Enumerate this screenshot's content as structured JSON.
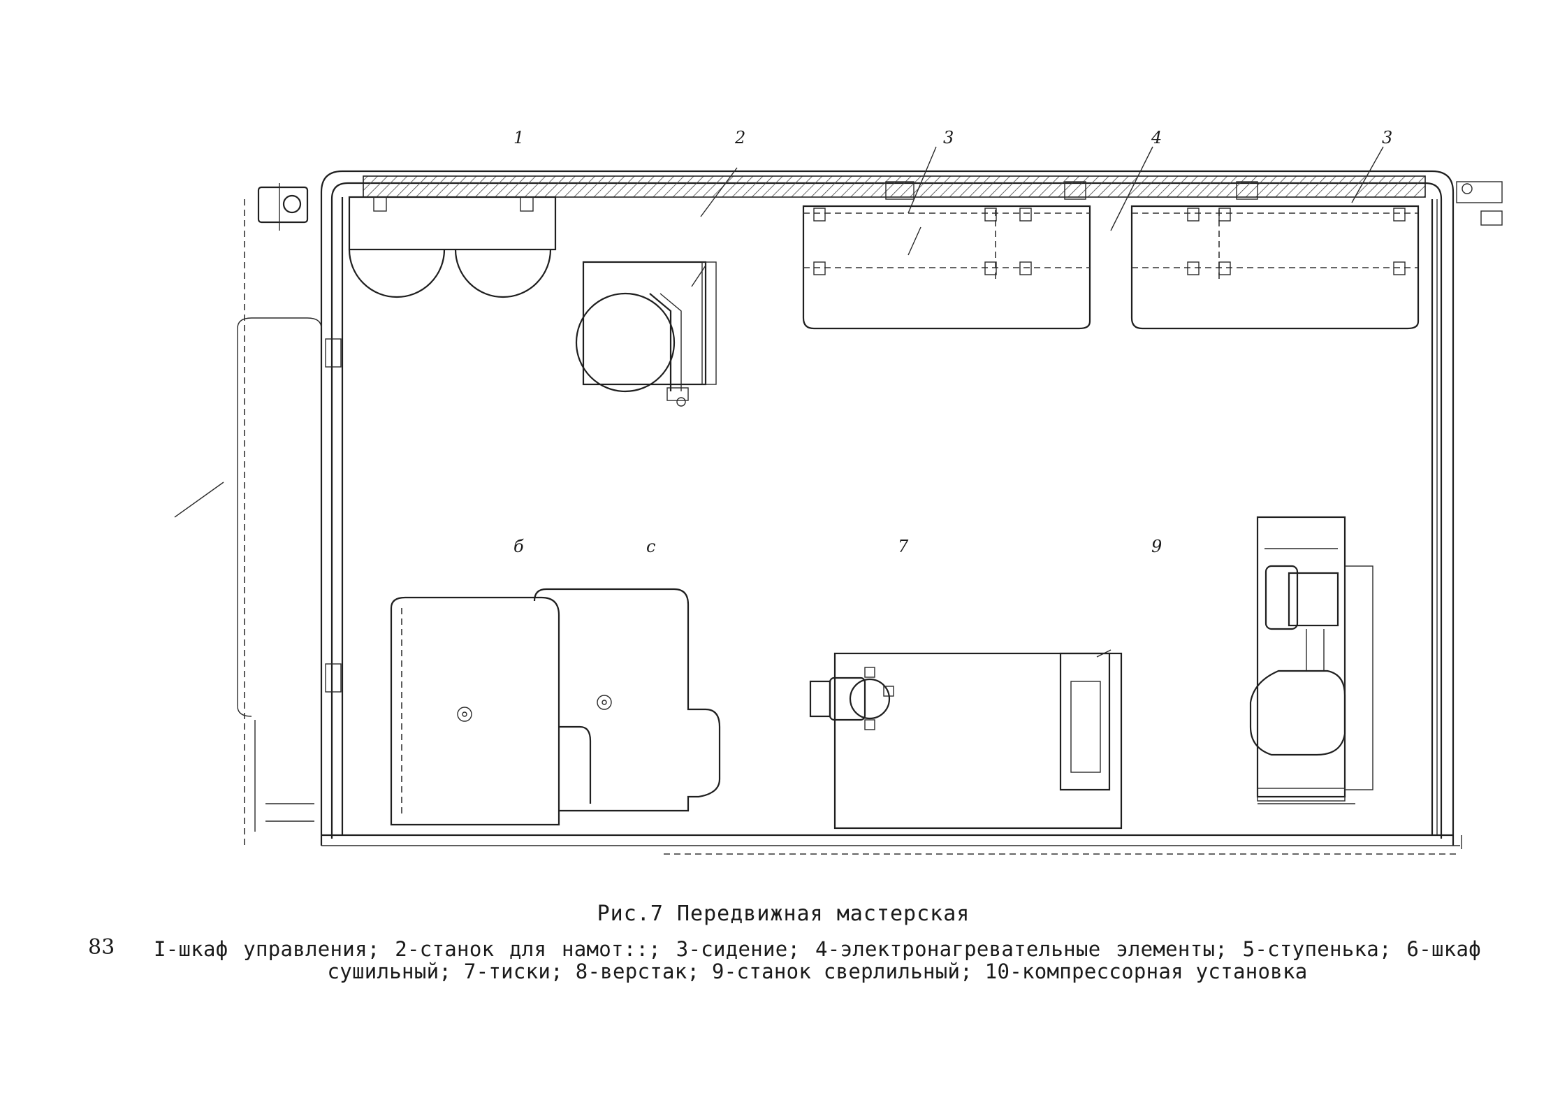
{
  "figure": {
    "caption": "Рис.7  Передвижная мастерская",
    "legend": "I-шкаф управления; 2-станок для намот::; 3-сидение; 4-электронагревательные элементы; 5-ступенька; 6-шкаф сушильный; 7-тиски; 8-верстак; 9-станок сверлильный; 10-компрессорная установка",
    "page_marker": "83"
  },
  "callouts": {
    "cabinet_control": "1",
    "winding_machine": "2",
    "seat_left": "3",
    "heaters": "4",
    "seat_right": "3",
    "step": "б",
    "drying_cabinet": "с",
    "vise": "7",
    "drill_press": "9"
  }
}
